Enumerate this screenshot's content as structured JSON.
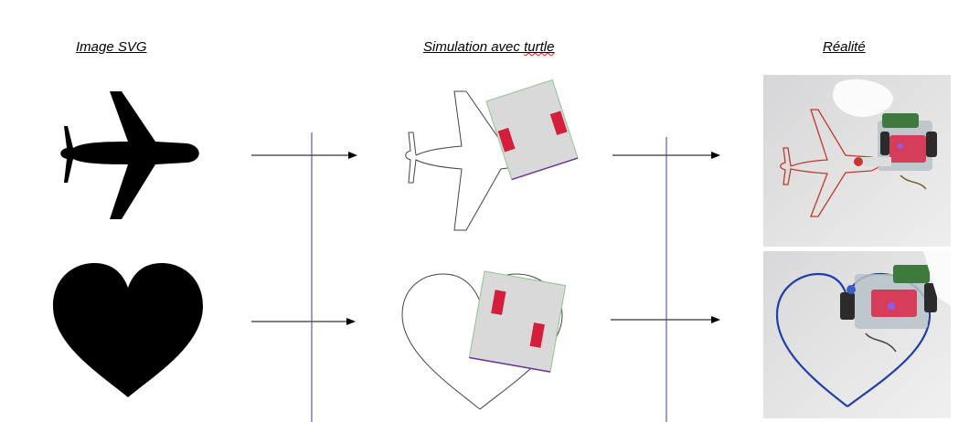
{
  "headers": {
    "svg_image": "Image SVG",
    "simulation_prefix": "Simulation avec ",
    "simulation_word": "turtle",
    "reality": "Réalité"
  },
  "colors": {
    "divider": "#2f3f9a",
    "robot_body": "#d9d9d9",
    "robot_border": "#8bc58b",
    "wheel": "#d41e3c",
    "pen_line": "#7030a0",
    "plane_trace_red": "#c0392b",
    "heart_trace_blue": "#1f3fa8"
  },
  "rows": [
    {
      "shape": "airplane-icon"
    },
    {
      "shape": "heart-icon"
    }
  ]
}
